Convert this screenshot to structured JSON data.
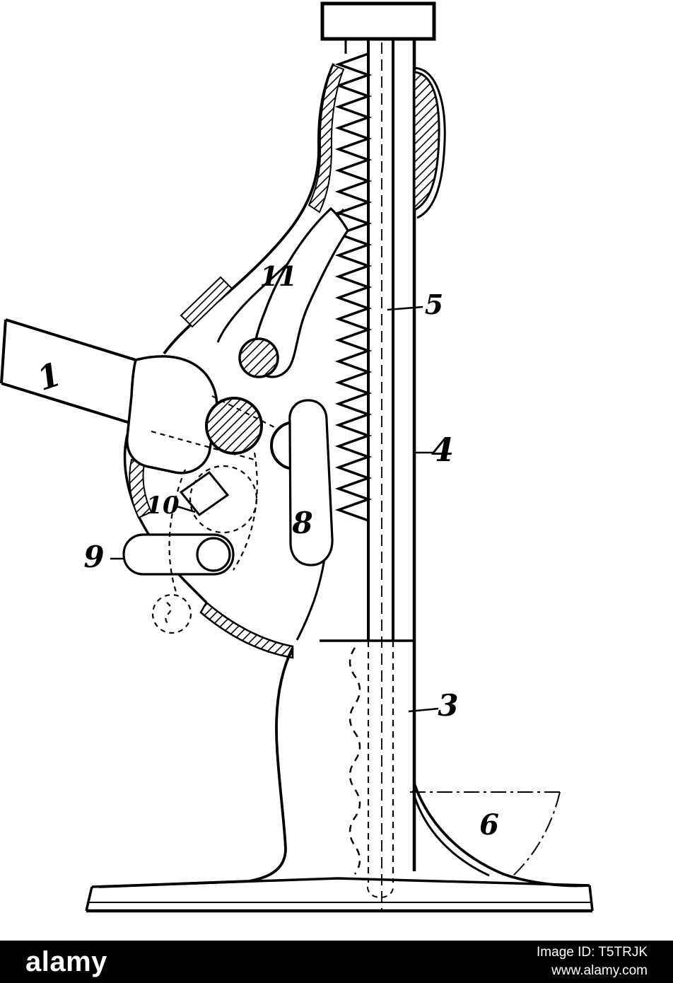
{
  "figure": {
    "part_labels": {
      "handle": "1",
      "pawl_arm": "11",
      "link": "10",
      "pin": "9",
      "pawl": "8",
      "screw": "5",
      "standard": "4",
      "pedestal": "3",
      "base_detail": "6"
    }
  },
  "watermark": {
    "brand": "alamy",
    "image_id": "Image ID: T5TRJK",
    "url": "www.alamy.com"
  }
}
